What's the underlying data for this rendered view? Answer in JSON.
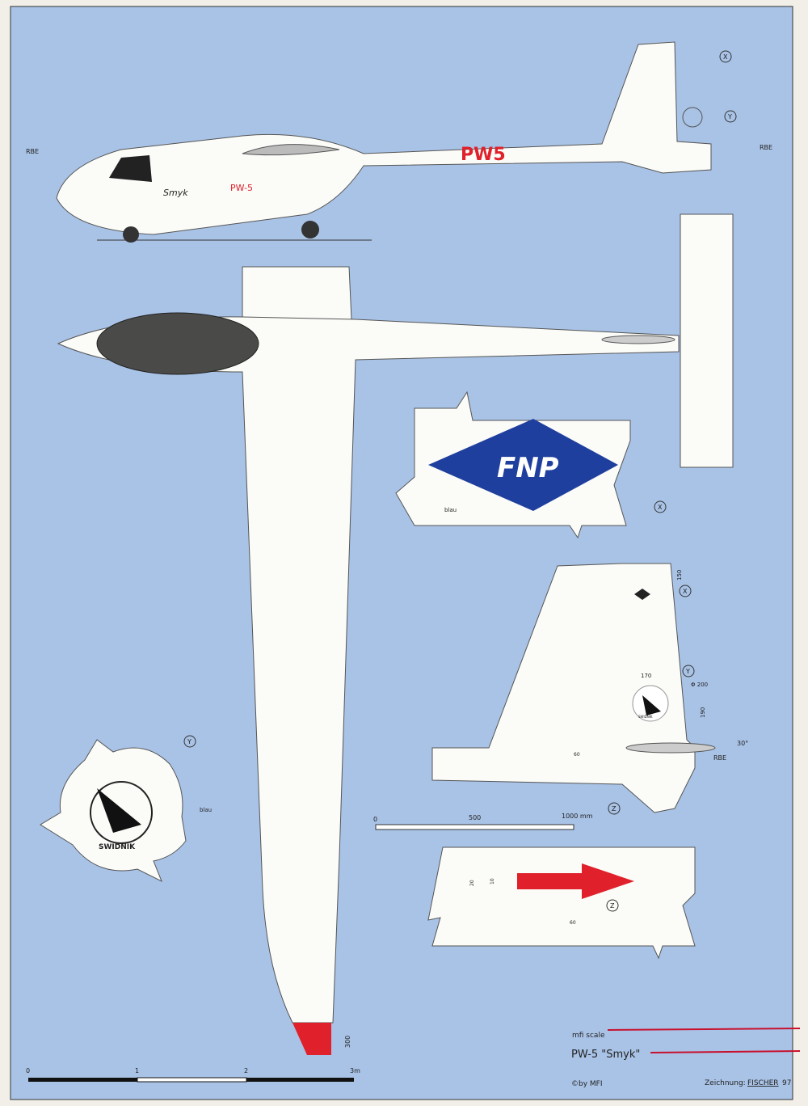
{
  "colors": {
    "background": "#a9c3e6",
    "paper": "#fbfbf8",
    "red": "#e0202a",
    "blue": "#1f3f9e",
    "accent_line": "#c8102e"
  },
  "side_view": {
    "registration": "PW5",
    "script_name": "Smyk",
    "type_label": "PW-5",
    "datum_left": "RBE",
    "datum_right": "RBE",
    "marker_x": "X",
    "marker_y": "Y"
  },
  "fnp_logo": {
    "text": "FNP",
    "color_note": "blau",
    "marker": "X"
  },
  "fin_detail": {
    "dim_top": "150",
    "dim_width": "170",
    "dim_diameter": "Φ 200",
    "dim_height": "190",
    "angle": "30°",
    "dim_arrow": "60",
    "datum": "RBE",
    "marker_x": "X",
    "marker_y": "Y",
    "marker_z": "Z",
    "logo_text": "SWIDNIK"
  },
  "swidnik_logo": {
    "text": "SWIDNIK",
    "color_note": "blau",
    "marker": "Y"
  },
  "small_scale": {
    "labels": [
      "0",
      "500",
      "1000 mm"
    ]
  },
  "arrow_detail": {
    "dim_height": "20",
    "dim_inner": "10",
    "dim_length": "60",
    "marker": "Z"
  },
  "wingtip": {
    "dim": "300"
  },
  "main_scale": {
    "labels": [
      "0",
      "1",
      "2",
      "3m"
    ]
  },
  "title_block": {
    "series": "mfi scale",
    "title": "PW-5 \"Smyk\"",
    "copyright": "©by MFI",
    "drawn_by_label": "Zeichnung:",
    "drawn_by": "FISCHER",
    "year": "97"
  }
}
